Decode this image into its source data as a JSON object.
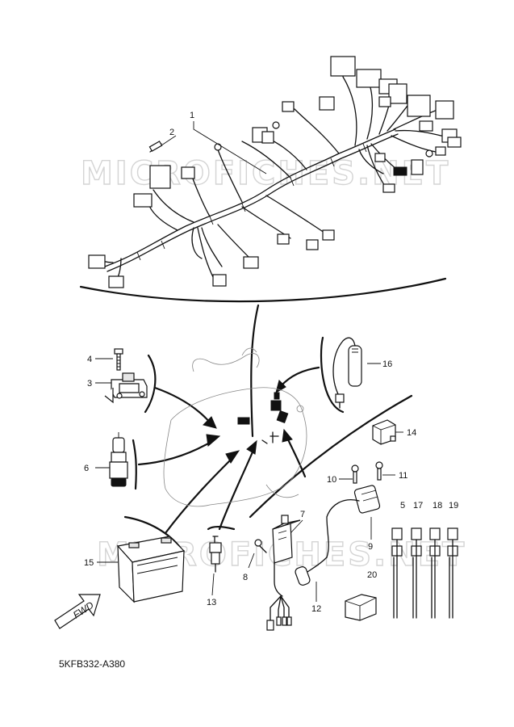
{
  "watermark": "MICROFICHES.NET",
  "drawing_code": "5KFB332-A380",
  "fwd_label": "FWD",
  "callouts": [
    {
      "id": "c1",
      "text": "1"
    },
    {
      "id": "c2",
      "text": "2"
    },
    {
      "id": "c3",
      "text": "3"
    },
    {
      "id": "c4",
      "text": "4"
    },
    {
      "id": "c5",
      "text": "5"
    },
    {
      "id": "c6",
      "text": "6"
    },
    {
      "id": "c7",
      "text": "7"
    },
    {
      "id": "c8",
      "text": "8"
    },
    {
      "id": "c9",
      "text": "9"
    },
    {
      "id": "c10",
      "text": "10"
    },
    {
      "id": "c11",
      "text": "11"
    },
    {
      "id": "c12",
      "text": "12"
    },
    {
      "id": "c13",
      "text": "13"
    },
    {
      "id": "c14",
      "text": "14"
    },
    {
      "id": "c15",
      "text": "15"
    },
    {
      "id": "c16",
      "text": "16"
    },
    {
      "id": "c17",
      "text": "17"
    },
    {
      "id": "c18",
      "text": "18"
    },
    {
      "id": "c19",
      "text": "19"
    },
    {
      "id": "c20",
      "text": "20"
    }
  ],
  "colors": {
    "ink": "#111111",
    "watermark": "#d4d4d4",
    "background": "#ffffff"
  }
}
